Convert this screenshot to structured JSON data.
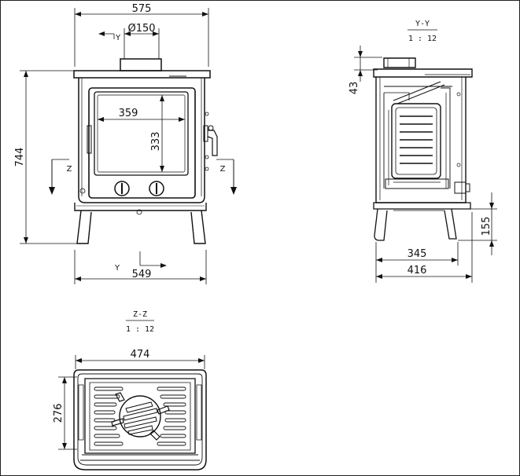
{
  "front_view": {
    "width_top": "575",
    "flue_diameter": "Ø150",
    "height": "744",
    "door_width": "359",
    "door_height": "333",
    "base_width": "549",
    "section_z_left": "Z",
    "section_z_right": "Z",
    "section_y_top": "Y",
    "section_y_bottom": "Y"
  },
  "side_section": {
    "title": "Y-Y",
    "scale": "1 : 12",
    "top_offset": "43",
    "inner_depth": "345",
    "depth": "416",
    "leg_height": "155"
  },
  "plan_section": {
    "title": "Z-Z",
    "scale": "1 : 12",
    "width": "474",
    "depth": "276"
  }
}
